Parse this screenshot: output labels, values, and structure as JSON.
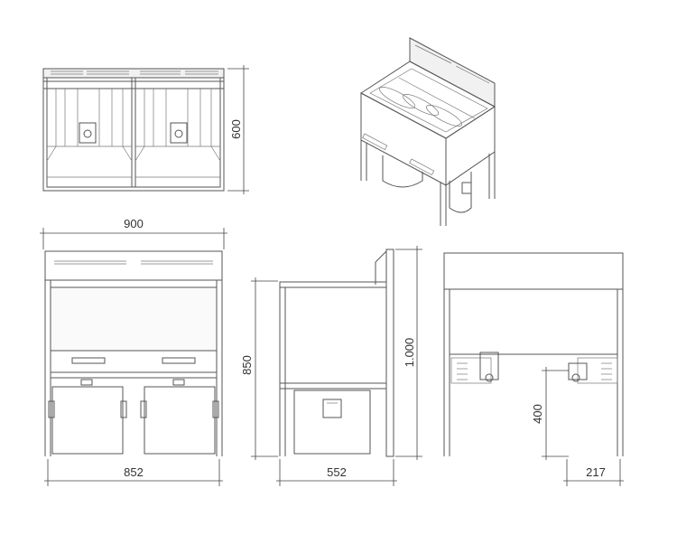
{
  "dimensions": {
    "top_depth": "600",
    "front_width": "900",
    "front_inner_width": "852",
    "side_height": "850",
    "side_total_height": "1.000",
    "side_depth": "552",
    "rear_pan_height": "400",
    "rear_pan_offset": "217"
  }
}
